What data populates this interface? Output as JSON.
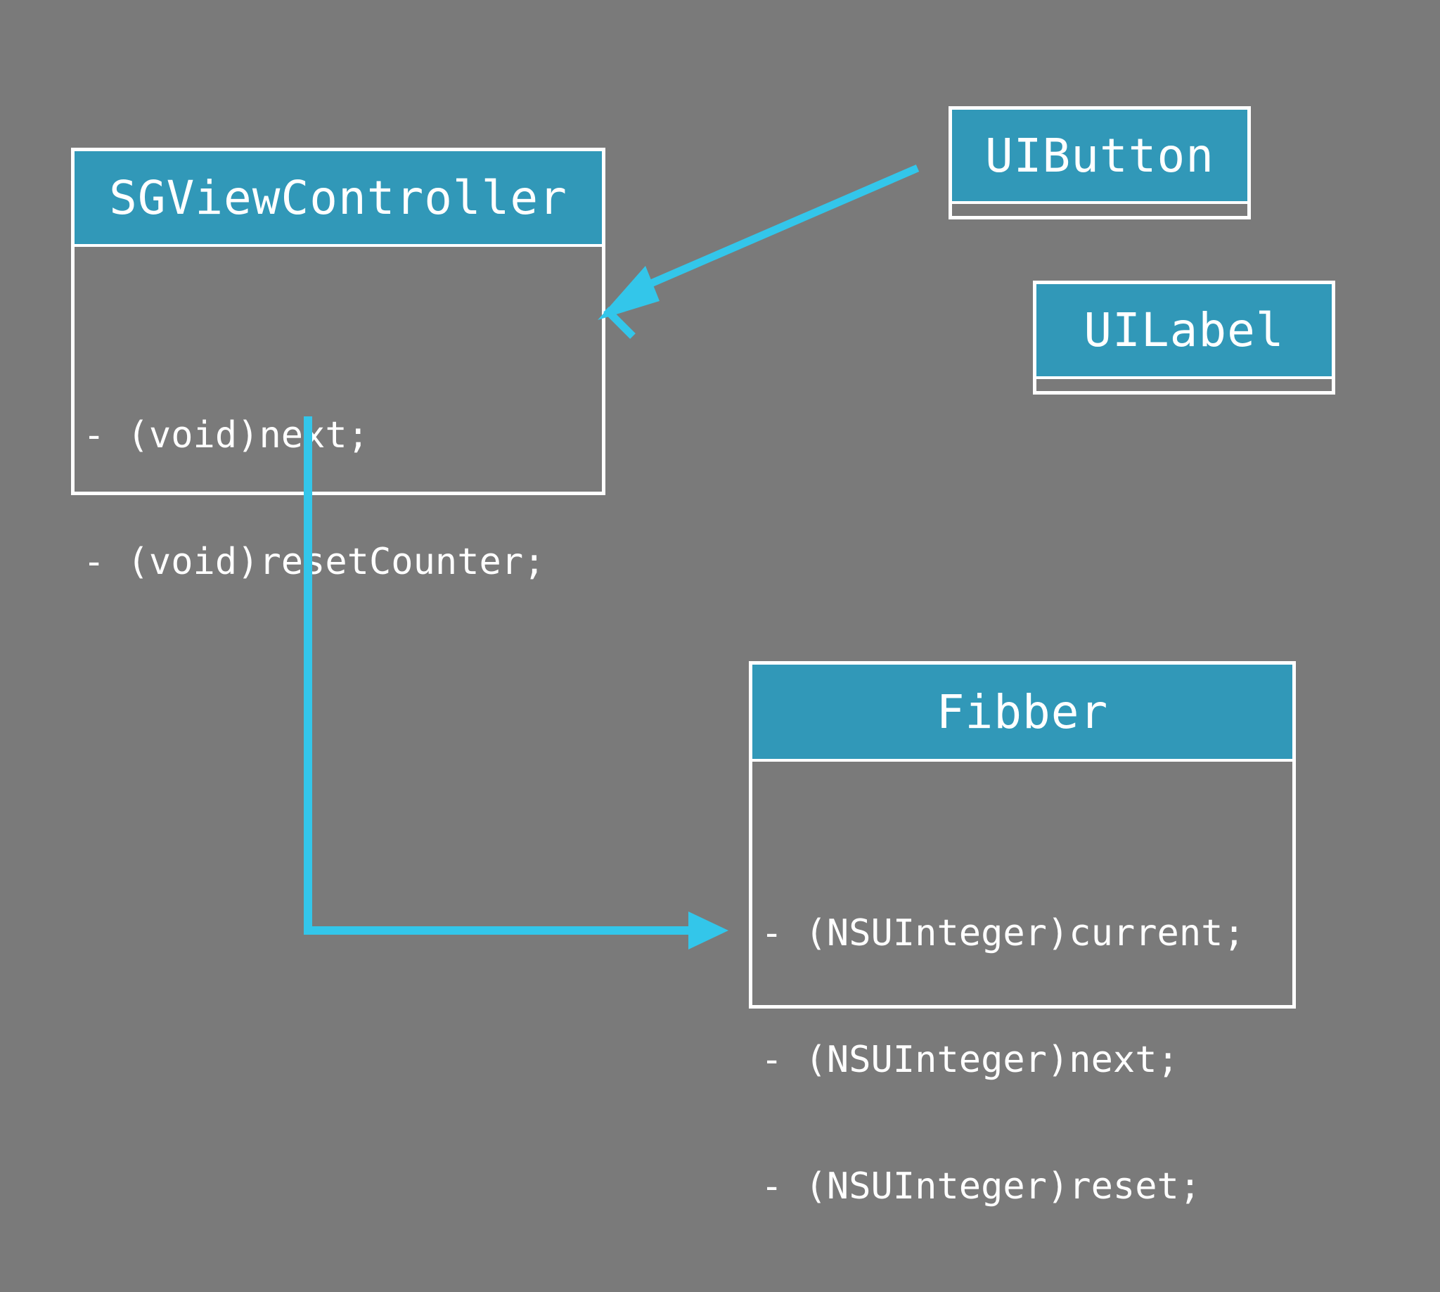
{
  "classes": {
    "sgviewcontroller": {
      "name": "SGViewController",
      "methods": [
        "- (void)next;",
        "- (void)resetCounter;"
      ]
    },
    "uibutton": {
      "name": "UIButton"
    },
    "uilabel": {
      "name": "UILabel"
    },
    "fibber": {
      "name": "Fibber",
      "methods": [
        "- (NSUInteger)current;",
        "- (NSUInteger)next;",
        "- (NSUInteger)reset;"
      ]
    }
  },
  "colors": {
    "background": "#7a7a7a",
    "header": "#3198b8",
    "border": "#ffffff",
    "arrow": "#33c6ea"
  }
}
